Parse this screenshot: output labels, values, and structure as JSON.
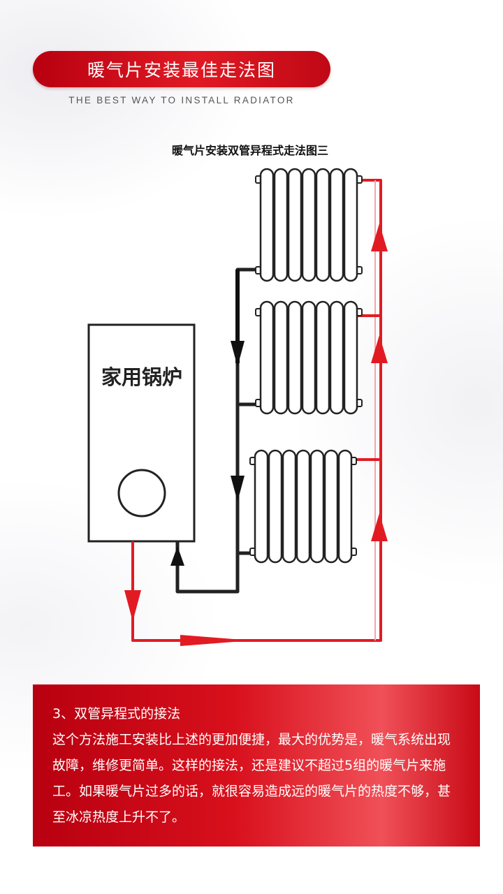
{
  "header": {
    "title": "暖气片安装最佳走法图",
    "subtitle": "THE BEST WAY TO INSTALL RADIATOR"
  },
  "diagram": {
    "title": "暖气片安装双管异程式走法图三",
    "boiler_label": "家用锅炉",
    "radiator_count": 3,
    "supply_color": "#e21b23",
    "return_color": "#222222"
  },
  "info": {
    "heading": "3、双管异程式的接法",
    "body": "这个方法施工安装比上述的更加便捷，最大的优势是，暖气系统出现故障，维修更简单。这样的接法，还是建议不超过5组的暖气片来施工。如果暖气片过多的话，就很容易造成远的暖气片的热度不够，甚至冰凉热度上升不了。"
  },
  "colors": {
    "accent": "#d0101c",
    "text_on_accent": "#ffffff"
  }
}
